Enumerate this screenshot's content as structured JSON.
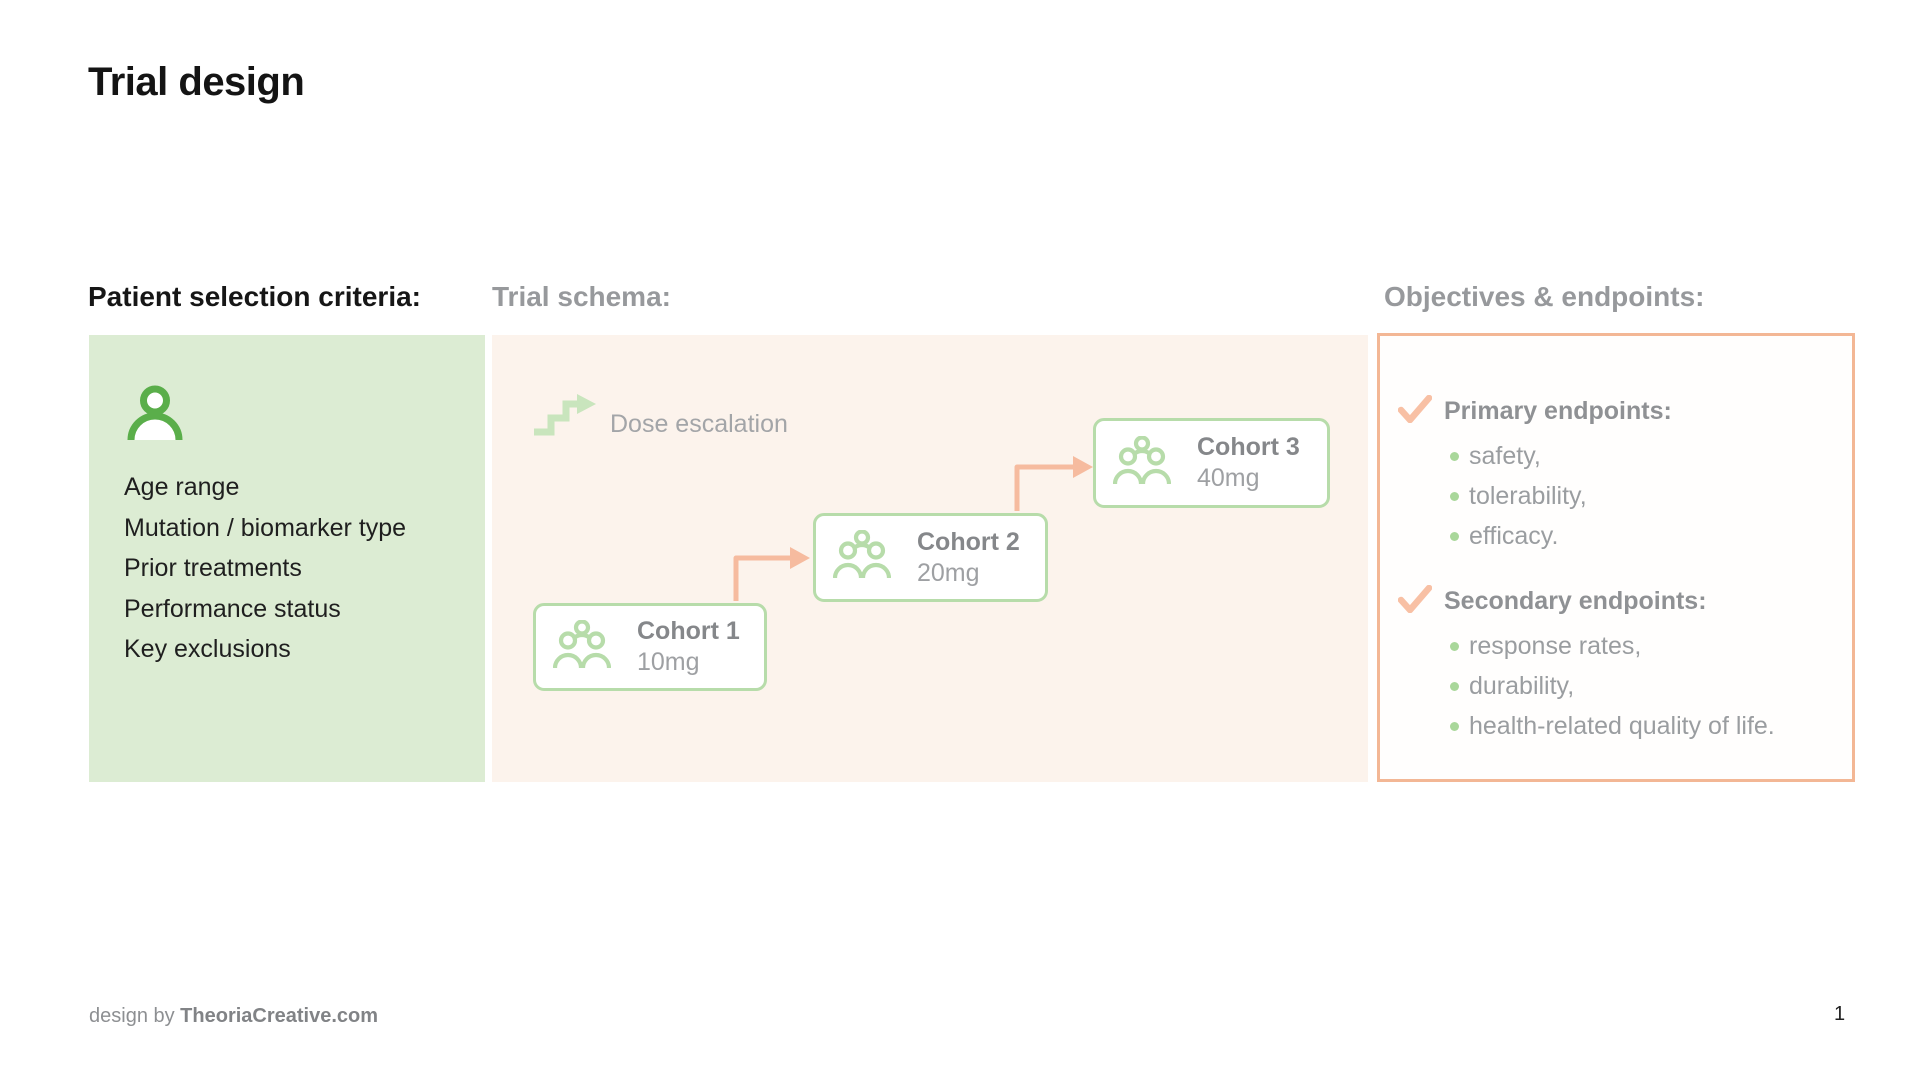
{
  "slide": {
    "title": "Trial design",
    "page_number": "1"
  },
  "selection": {
    "heading": "Patient selection criteria:",
    "icon": "person-icon",
    "items": [
      "Age range",
      "Mutation / biomarker type",
      "Prior treatments",
      "Performance status",
      "Key exclusions"
    ]
  },
  "schema": {
    "heading": "Trial schema:",
    "dose_label": "Dose escalation",
    "dose_icon": "stairs-up-arrow-icon",
    "cohort_icon": "people-group-icon",
    "cohorts": [
      {
        "name": "Cohort 1",
        "dose": "10mg"
      },
      {
        "name": "Cohort 2",
        "dose": "20mg"
      },
      {
        "name": "Cohort 3",
        "dose": "40mg"
      }
    ]
  },
  "objectives": {
    "heading": "Objectives & endpoints:",
    "check_icon": "checkmark-icon",
    "sections": [
      {
        "title": "Primary endpoints:",
        "bullets": [
          "safety,",
          "tolerability,",
          "efficacy."
        ]
      },
      {
        "title": "Secondary endpoints:",
        "bullets": [
          "response rates,",
          "durability,",
          "health-related quality of life."
        ]
      }
    ]
  },
  "footer": {
    "prefix": "design by ",
    "brand": "TheoriaCreative.com"
  },
  "colors": {
    "accent_green": "#5aae4a",
    "panel_green": "#dcecd3",
    "panel_peach": "#fcf3ec",
    "light_green_stroke": "#b7dcaa",
    "arrow_salmon": "#f6bb9f",
    "objectives_border": "#f3b795",
    "heading_gray": "#97999c"
  }
}
